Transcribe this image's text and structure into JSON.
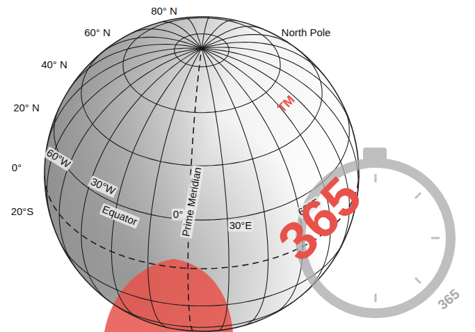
{
  "diagram": {
    "labels": [
      "80° N",
      "North Pole",
      "60° N",
      "40° N",
      "20° N",
      "0°",
      "20°S",
      "60°W",
      "30°W",
      "Equator",
      "0°",
      "Prime Meridian",
      "30°E",
      "60°E",
      "365",
      "TM",
      "365"
    ]
  }
}
